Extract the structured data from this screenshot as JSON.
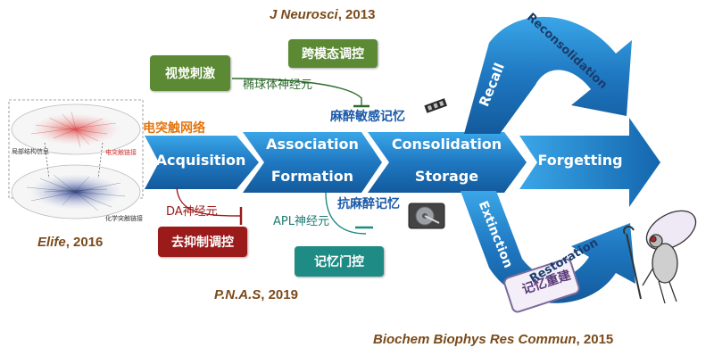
{
  "citations": {
    "jneurosci": {
      "journal": "J Neurosci",
      "year": ", 2013"
    },
    "elife": {
      "journal": "Elife",
      "year": ", 2016"
    },
    "pnas": {
      "journal": "P.N.A.S",
      "year": ", 2019"
    },
    "bbrc": {
      "journal": "Biochem Biophys Res Commun",
      "year": ", 2015"
    }
  },
  "stages": {
    "acquisition": "Acquisition",
    "association_1": "Association",
    "association_2": "Formation",
    "consolidation_1": "Consolidation",
    "consolidation_2": "Storage",
    "forgetting": "Forgetting",
    "recall": "Recall",
    "reconsolidation": "Reconsolidation",
    "extinction": "Extinction",
    "restoration": "Restoration"
  },
  "boxes": {
    "visual_stimulus": "视觉刺激",
    "cross_modal": "跨模态调控",
    "disinhibition": "去抑制调控",
    "memory_gate": "记忆门控"
  },
  "labels": {
    "ellipsoid_neuron": "椭球体神经元",
    "anesthesia_sensitive": "麻醉敏感记忆",
    "synapse_network": "电突触网络",
    "da_neuron": "DA神经元",
    "anesthesia_resistant": "抗麻醉记忆",
    "apl_neuron": "APL神经元",
    "memory_rebuild": "记忆重建"
  },
  "network_figure": {
    "left_label": "局部结构信息",
    "right_label_top": "电突触链接",
    "right_label_bottom": "化学突触链接"
  },
  "colors": {
    "arrow_blue": "#1f78c1",
    "green_box": "#5c8a34",
    "red_box": "#9b1a1a",
    "teal_box": "#1e8b85",
    "citation": "#7a4a1a",
    "synapse_label": "#e4760f"
  }
}
